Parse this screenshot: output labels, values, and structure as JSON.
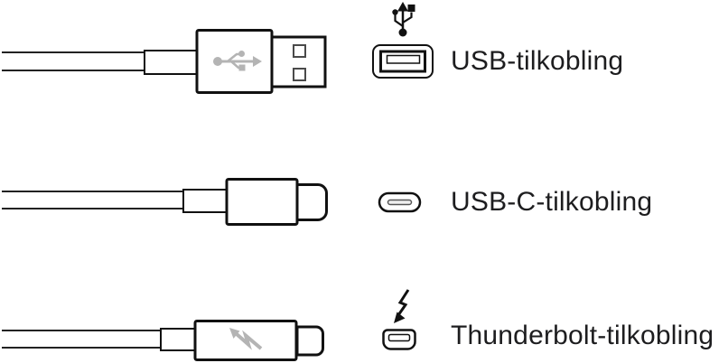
{
  "diagram": {
    "rows": [
      {
        "connector_type": "USB",
        "label": "USB-tilkobling"
      },
      {
        "connector_type": "USB-C",
        "label": "USB-C-tilkobling"
      },
      {
        "connector_type": "Thunderbolt",
        "label": "Thunderbolt-tilkobling"
      }
    ],
    "icons": [
      "usb-trident-icon",
      "usb-a-port-icon",
      "usb-c-port-icon",
      "thunderbolt-icon",
      "mini-displayport-port-icon",
      "usb-trident-icon-gray",
      "lightning-bolt-icon-gray"
    ],
    "colors": {
      "outline": "#111111",
      "cable_line": "#222222",
      "gray_accent": "#b4b4b4",
      "metal_contact_outline": "#4a4a4a",
      "text": "#1d1d1f",
      "background": "#ffffff"
    }
  }
}
